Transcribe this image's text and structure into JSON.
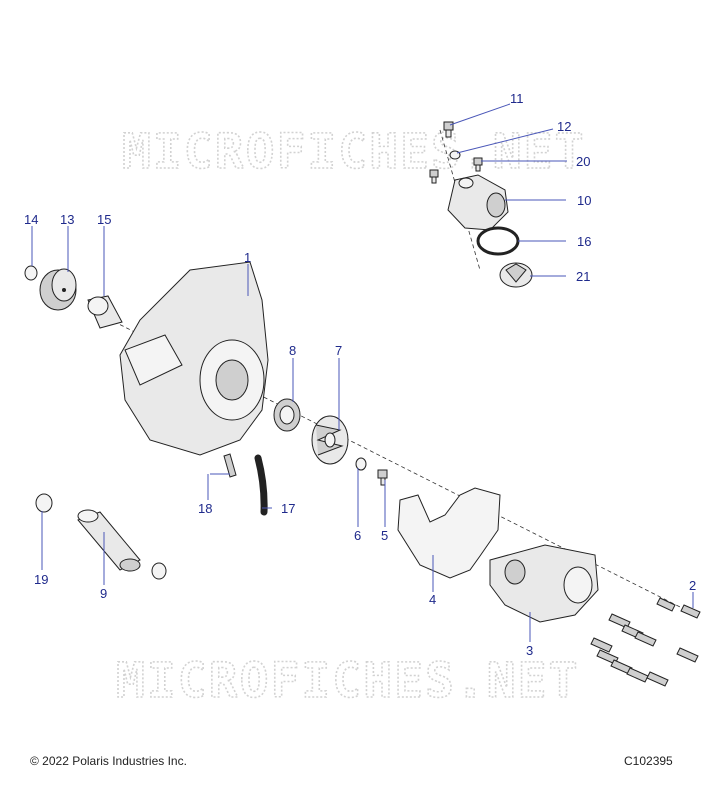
{
  "watermark": "MICROFICHES.NET",
  "footer": {
    "copyright": "© 2022 Polaris Industries Inc.",
    "figure_code": "C102395"
  },
  "callouts": {
    "c1": "1",
    "c2": "2",
    "c3": "3",
    "c4": "4",
    "c5": "5",
    "c6": "6",
    "c7": "7",
    "c8": "8",
    "c9": "9",
    "c10": "10",
    "c11": "11",
    "c12": "12",
    "c13": "13",
    "c14": "14",
    "c15": "15",
    "c16": "16",
    "c17": "17",
    "c18": "18",
    "c19": "19",
    "c20": "20",
    "c21": "21"
  }
}
